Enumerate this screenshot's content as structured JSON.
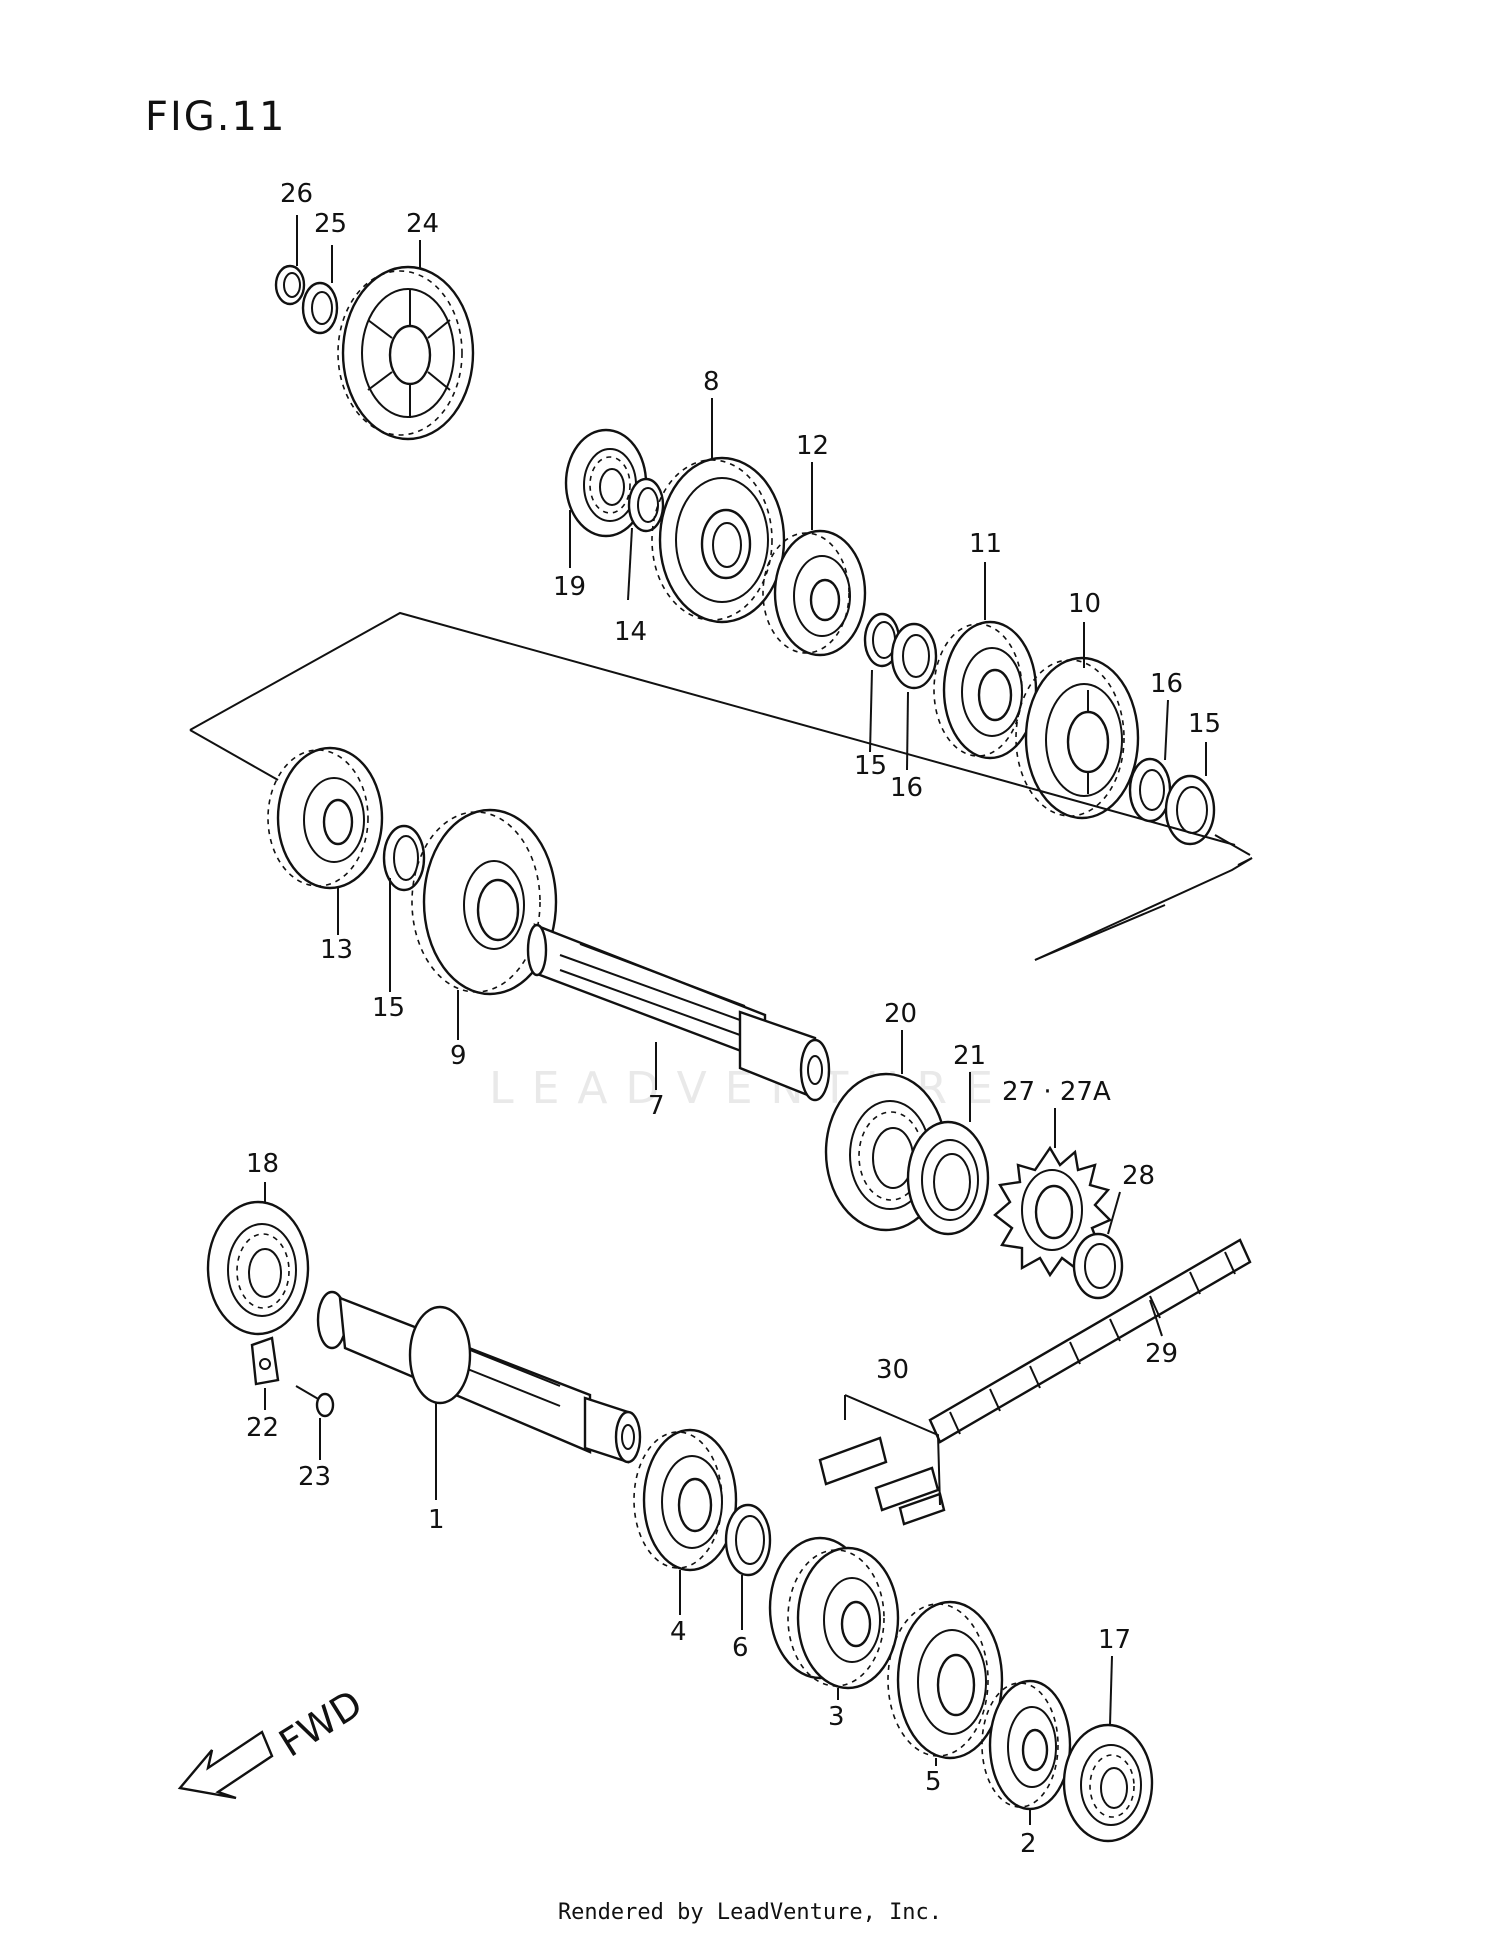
{
  "figure": {
    "title": "FIG.11",
    "direction_label": "FWD",
    "footer": "Rendered by LeadVenture, Inc.",
    "watermark": "LEADVENTURE"
  },
  "callouts": [
    {
      "id": "c1",
      "label": "1"
    },
    {
      "id": "c2",
      "label": "2"
    },
    {
      "id": "c3",
      "label": "3"
    },
    {
      "id": "c4",
      "label": "4"
    },
    {
      "id": "c5",
      "label": "5"
    },
    {
      "id": "c6",
      "label": "6"
    },
    {
      "id": "c7",
      "label": "7"
    },
    {
      "id": "c8",
      "label": "8"
    },
    {
      "id": "c9",
      "label": "9"
    },
    {
      "id": "c10",
      "label": "10"
    },
    {
      "id": "c11",
      "label": "11"
    },
    {
      "id": "c12",
      "label": "12"
    },
    {
      "id": "c13",
      "label": "13"
    },
    {
      "id": "c14",
      "label": "14"
    },
    {
      "id": "c15a",
      "label": "15"
    },
    {
      "id": "c15b",
      "label": "15"
    },
    {
      "id": "c15c",
      "label": "15"
    },
    {
      "id": "c16a",
      "label": "16"
    },
    {
      "id": "c16b",
      "label": "16"
    },
    {
      "id": "c17",
      "label": "17"
    },
    {
      "id": "c18",
      "label": "18"
    },
    {
      "id": "c19",
      "label": "19"
    },
    {
      "id": "c20",
      "label": "20"
    },
    {
      "id": "c21",
      "label": "21"
    },
    {
      "id": "c22",
      "label": "22"
    },
    {
      "id": "c23",
      "label": "23"
    },
    {
      "id": "c24",
      "label": "24"
    },
    {
      "id": "c25",
      "label": "25"
    },
    {
      "id": "c26",
      "label": "26"
    },
    {
      "id": "c27",
      "label": "27 · 27A"
    },
    {
      "id": "c28",
      "label": "28"
    },
    {
      "id": "c29",
      "label": "29"
    },
    {
      "id": "c30",
      "label": "30"
    }
  ]
}
